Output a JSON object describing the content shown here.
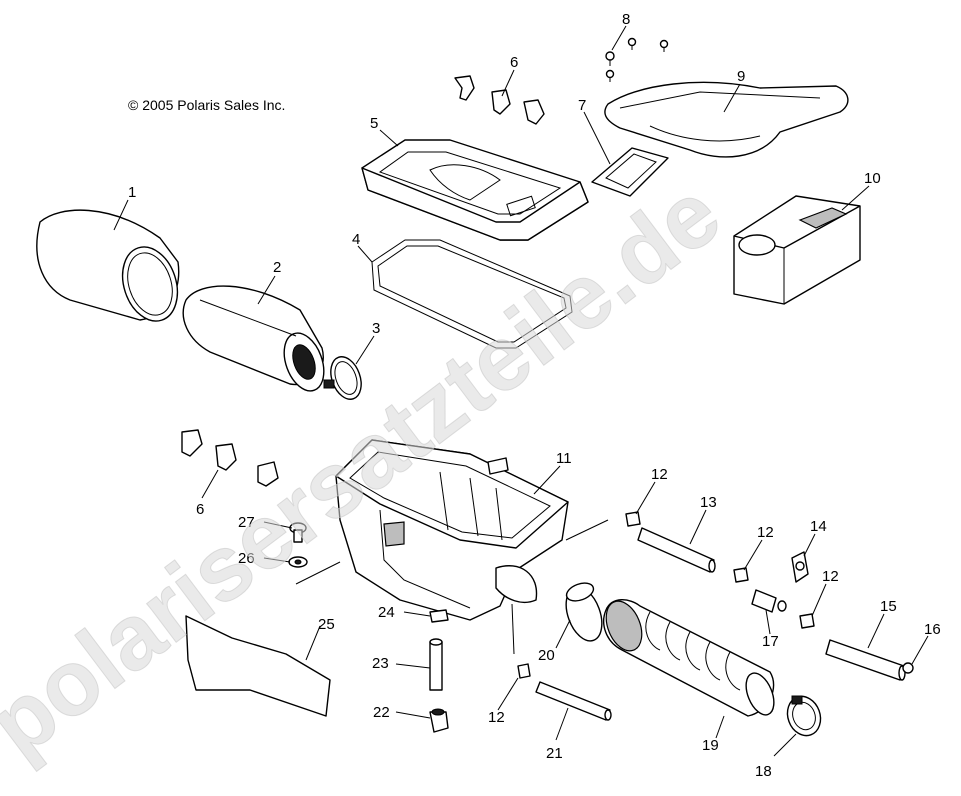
{
  "copyright": "© 2005 Polaris Sales Inc.",
  "watermark": "polarisersatzteile.de",
  "callouts": {
    "c1": "1",
    "c2": "2",
    "c3": "3",
    "c4": "4",
    "c5": "5",
    "c6a": "6",
    "c6b": "6",
    "c7": "7",
    "c8": "8",
    "c9": "9",
    "c10": "10",
    "c11": "11",
    "c12a": "12",
    "c12b": "12",
    "c12c": "12",
    "c12d": "12",
    "c13": "13",
    "c14": "14",
    "c15": "15",
    "c16": "16",
    "c17": "17",
    "c18": "18",
    "c19": "19",
    "c20": "20",
    "c21": "21",
    "c22": "22",
    "c23": "23",
    "c24": "24",
    "c25": "25",
    "c26": "26",
    "c27": "27"
  }
}
